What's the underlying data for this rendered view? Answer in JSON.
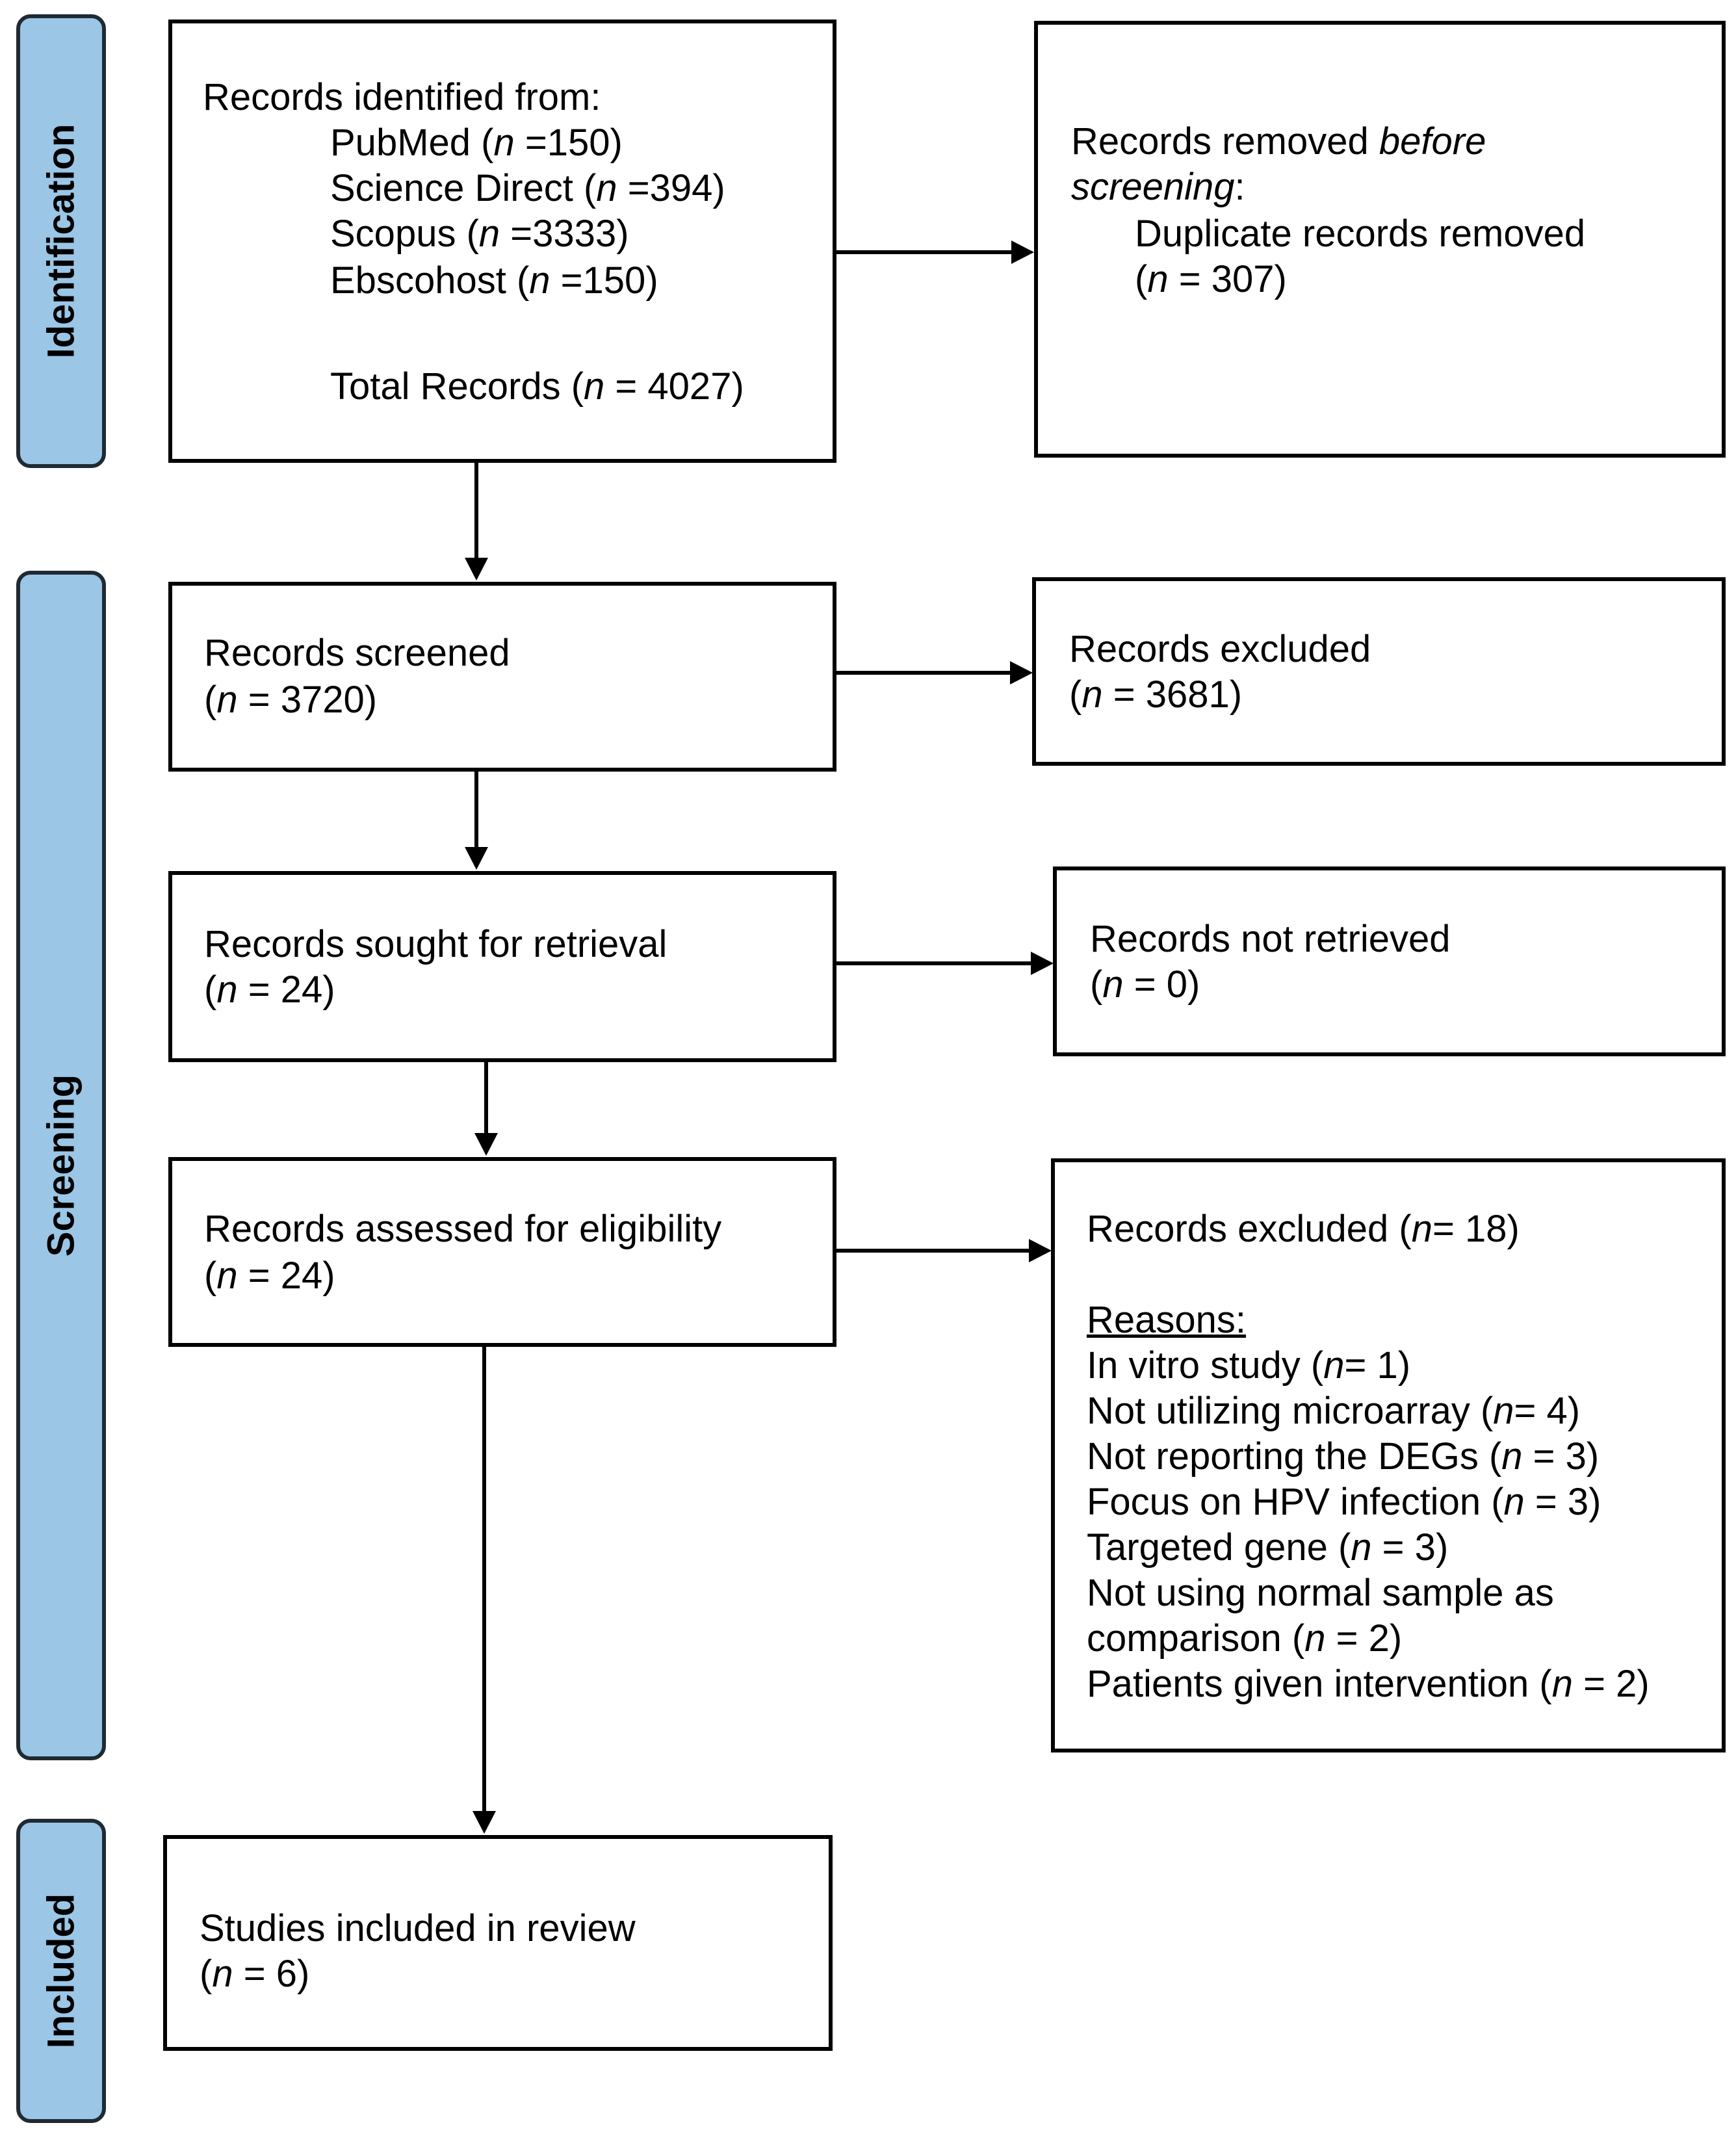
{
  "phases": {
    "identification": "Identification",
    "screening": "Screening",
    "included": "Included"
  },
  "identified": {
    "heading": "Records identified from:",
    "sources": [
      {
        "name": "PubMed",
        "count": "150"
      },
      {
        "name": "Science Direct",
        "count": "394"
      },
      {
        "name": "Scopus",
        "count": "3333"
      },
      {
        "name": "Ebscohost",
        "count": "150"
      }
    ],
    "total_label": "Total Records",
    "total": "4027"
  },
  "removed": {
    "line1_prefix": "Records removed",
    "line1_italic": "before",
    "line2_italic": "screening",
    "line2_suffix": ":",
    "detail": "Duplicate records removed",
    "count": "307"
  },
  "screened": {
    "label": "Records screened",
    "count": "3720"
  },
  "excluded_screen": {
    "label": "Records excluded",
    "count": "3681"
  },
  "sought": {
    "label": "Records sought for retrieval",
    "count": "24"
  },
  "not_retrieved": {
    "label": "Records not retrieved",
    "count": "0"
  },
  "assessed": {
    "label": "Records assessed for eligibility",
    "count": "24"
  },
  "excluded_elig": {
    "label": "Records excluded",
    "count": "18",
    "reasons_heading": "Reasons:",
    "reasons": [
      {
        "text": "In vitro study",
        "count": "1"
      },
      {
        "text": "Not utilizing microarray",
        "count": "4"
      },
      {
        "text": "Not reporting the DEGs",
        "count": "3"
      },
      {
        "text": "Focus on HPV infection",
        "count": "3"
      },
      {
        "text": "Targeted gene",
        "count": "3"
      },
      {
        "text": "Not using normal sample as",
        "count": ""
      },
      {
        "text": "comparison",
        "count": "2"
      },
      {
        "text": "Patients given intervention",
        "count": "2"
      }
    ]
  },
  "included": {
    "label": "Studies included in review",
    "count": "6"
  }
}
